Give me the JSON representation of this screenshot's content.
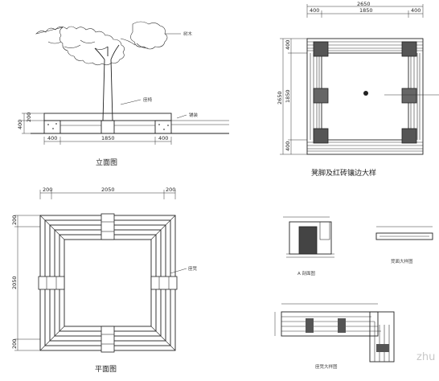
{
  "elevation": {
    "caption": "立面图",
    "dims_bottom": [
      "400",
      "1850",
      "400"
    ],
    "dims_left": [
      "400",
      "200"
    ],
    "label_tree": "树木",
    "label_seat": "座椅",
    "label_paving": "铺装"
  },
  "seat_detail": {
    "caption": "凳脚及红砖镶边大样",
    "dims_top_total": "2650",
    "dims_top": [
      "400",
      "1850",
      "400"
    ],
    "dims_left": [
      "400",
      "1850",
      "400"
    ],
    "dim_left_total": "2650"
  },
  "plan": {
    "caption": "平面图",
    "dims_top": [
      "200",
      "2050",
      "200"
    ],
    "dims_left": [
      "200",
      "2050",
      "200"
    ],
    "label_right": "座凳"
  },
  "section_detail": {
    "label_a": "A 剖面图",
    "label_b": "凳面大样图",
    "label_c": "座凳大样图"
  },
  "watermark": "zhu"
}
